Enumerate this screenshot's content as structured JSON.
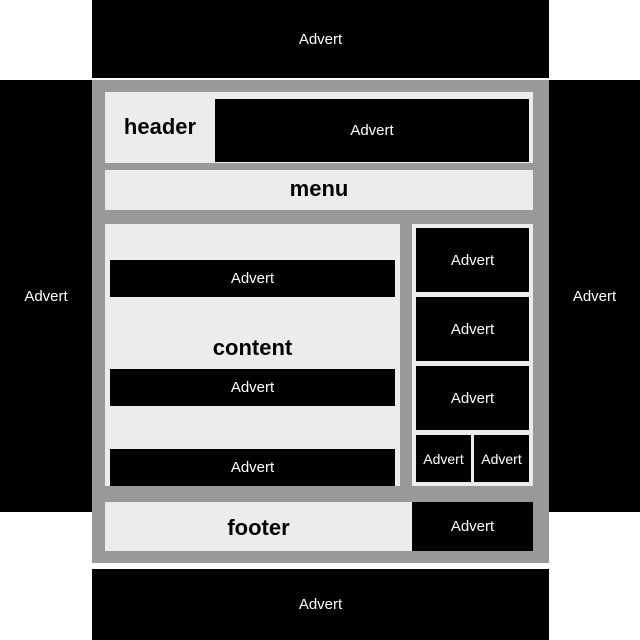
{
  "layout": {
    "title": "Web page layout with adverts",
    "colors": {
      "frame": "#999999",
      "panel": "#ececec",
      "advert": "#000000",
      "advert_text": "#ffffff",
      "background": "#ffffff"
    }
  },
  "adverts": {
    "top": "Advert",
    "left": "Advert",
    "right": "Advert",
    "bottom": "Advert",
    "header": "Advert",
    "content_1": "Advert",
    "content_2": "Advert",
    "content_3": "Advert",
    "sidebar_1": "Advert",
    "sidebar_2": "Advert",
    "sidebar_3": "Advert",
    "sidebar_4": "Advert",
    "sidebar_5": "Advert",
    "footer": "Advert"
  },
  "regions": {
    "header": "header",
    "menu": "menu",
    "content": "content",
    "footer": "footer"
  }
}
